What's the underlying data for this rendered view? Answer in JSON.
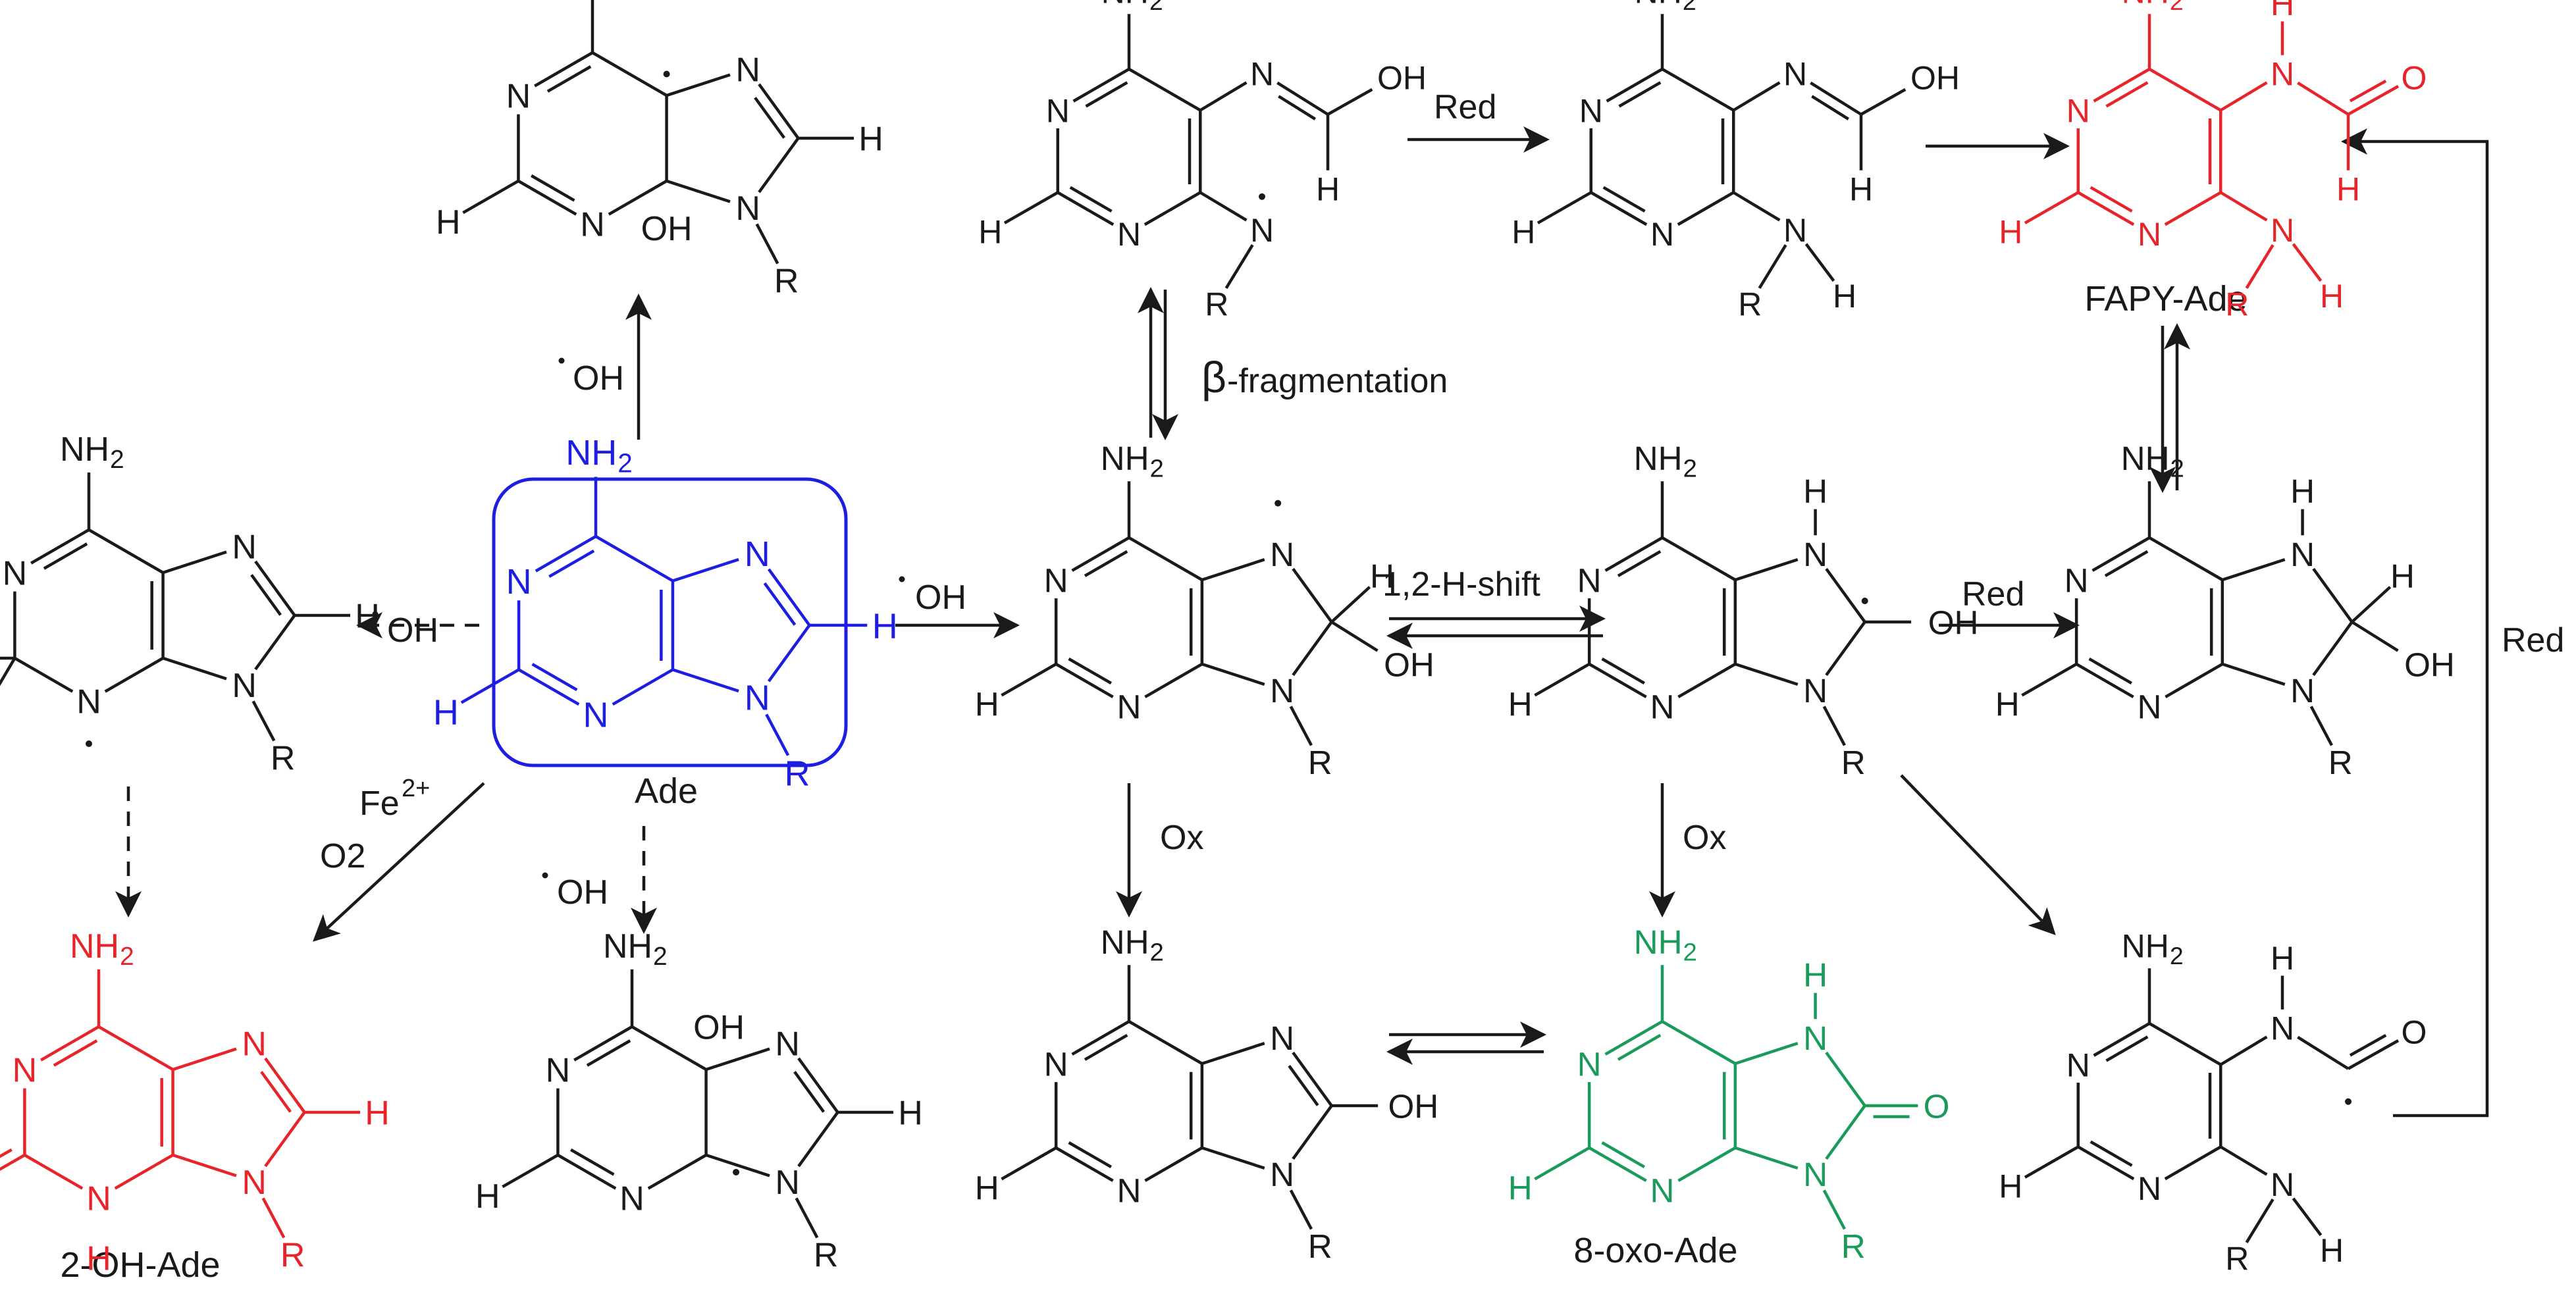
{
  "colors": {
    "black": "#1a1a1a",
    "red": "#e8242b",
    "blue": "#1d1ee0",
    "green": "#1a9a5b"
  },
  "atoms": {
    "N": "N",
    "H": "H",
    "O": "O",
    "R": "R",
    "OH": "OH",
    "OH_rev": "OH",
    "NH2": "NH",
    "sub2": "2",
    "NH2_plain": "NH2"
  },
  "reagents": {
    "oh_radical": "OH",
    "red": "Red",
    "ox": "Ox",
    "fe": "Fe",
    "fe_charge": "2+",
    "o2": "O2",
    "beta": "β",
    "fragmentation": "-fragmentation",
    "h_shift": "1,2-H-shift"
  },
  "labels": {
    "ade": "Ade",
    "fapy": "FAPY-Ade",
    "oxo": "8-oxo-Ade",
    "two_oh": "2-OH-Ade"
  }
}
